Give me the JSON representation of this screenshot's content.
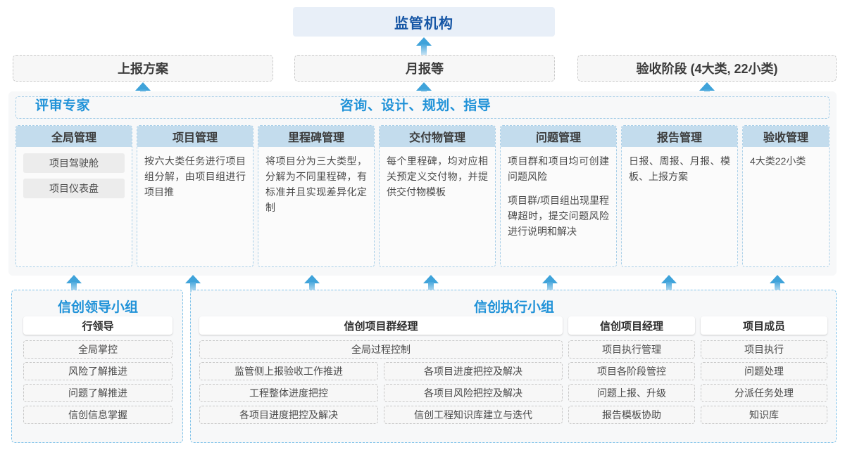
{
  "top": {
    "regulator": "监管机构",
    "channels": [
      {
        "label": "上报方案"
      },
      {
        "label": "月报等"
      },
      {
        "label": "验收阶段 (4大类, 22小类)"
      }
    ]
  },
  "middle": {
    "header_left": "评审专家",
    "header_center": "咨询、设计、规划、指导",
    "columns": [
      {
        "title": "全局管理",
        "chips": [
          "项目驾驶舱",
          "项目仪表盘"
        ],
        "paragraphs": []
      },
      {
        "title": "项目管理",
        "chips": [],
        "paragraphs": [
          "按六大类任务进行项目组分解，由项目组进行项目推"
        ]
      },
      {
        "title": "里程碑管理",
        "chips": [],
        "paragraphs": [
          "将项目分为三大类型，分解为不同里程碑，有标准并且实现差异化定制"
        ]
      },
      {
        "title": "交付物管理",
        "chips": [],
        "paragraphs": [
          "每个里程碑，均对应相关预定义交付物，并提供交付物模板"
        ]
      },
      {
        "title": "问题管理",
        "chips": [],
        "paragraphs": [
          "项目群和项目均可创建问题风险",
          "项目群/项目组出现里程碑超时，提交问题风险进行说明和解决"
        ]
      },
      {
        "title": "报告管理",
        "chips": [],
        "paragraphs": [
          "日报、周报、月报、模板、上报方案"
        ]
      },
      {
        "title": "验收管理",
        "chips": [],
        "paragraphs": [
          "4大类22小类"
        ]
      }
    ]
  },
  "bottom": {
    "left_group": {
      "title": "信创领导小组",
      "role": "行领导",
      "items": [
        "全局掌控",
        "风险了解推进",
        "问题了解推进",
        "信创信息掌握"
      ]
    },
    "right_group": {
      "title": "信创执行小组",
      "roles": [
        {
          "name": "信创项目群经理",
          "full_width_item": "全局过程控制",
          "col_a": [
            "监管侧上报验收工作推进",
            "工程整体进度把控",
            "各项目进度把控及解决"
          ],
          "col_b": [
            "各项目进度把控及解决",
            "各项目风险把控及解决",
            "信创工程知识库建立与迭代"
          ]
        },
        {
          "name": "信创项目经理",
          "items": [
            "项目执行管理",
            "项目各阶段管控",
            "问题上报、升级",
            "报告模板协助"
          ]
        },
        {
          "name": "项目成员",
          "items": [
            "项目执行",
            "问题处理",
            "分派任务处理",
            "知识库"
          ]
        }
      ]
    }
  },
  "colors": {
    "brand_blue": "#2092d8",
    "title_blue": "#1656a5",
    "header_fill": "#c3dced",
    "top_fill": "#e8eff8",
    "arrow": "#3fa3da"
  }
}
